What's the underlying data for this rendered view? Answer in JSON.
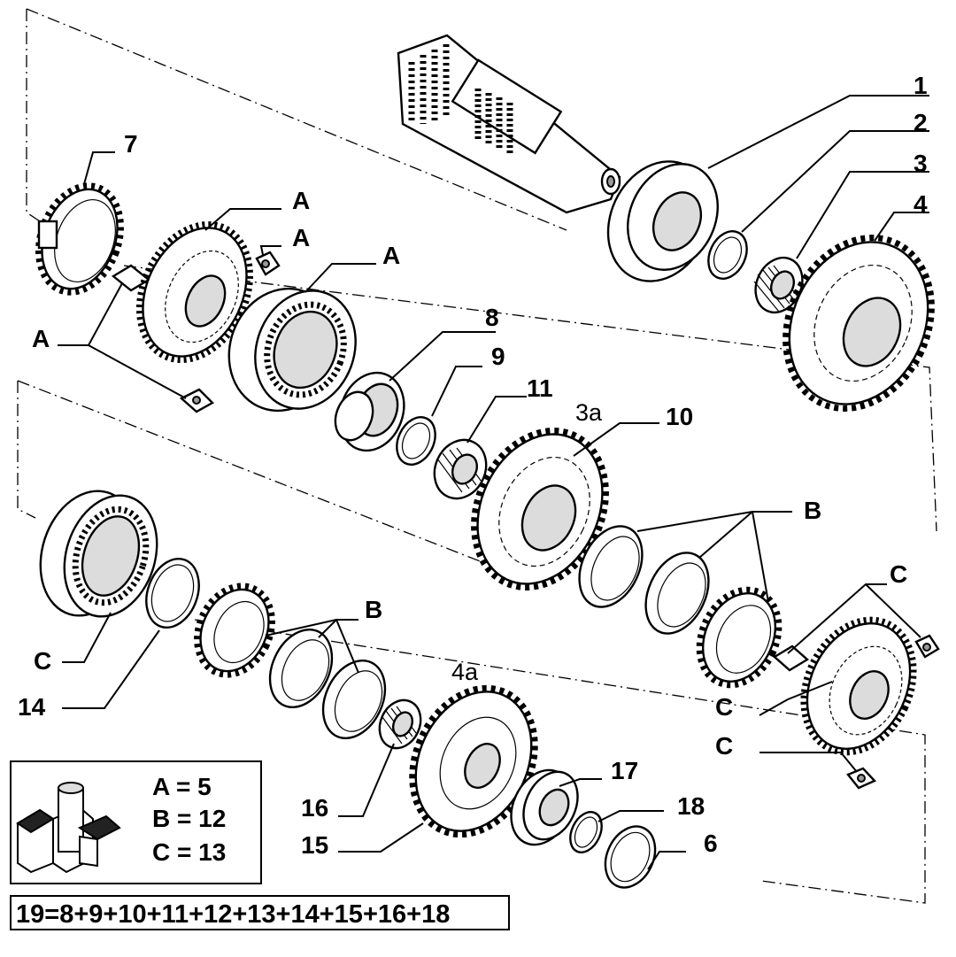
{
  "labels": {
    "p1": "1",
    "p2": "2",
    "p3": "3",
    "p4": "4",
    "p6": "6",
    "p7": "7",
    "p8": "8",
    "p9": "9",
    "p10": "10",
    "p11": "11",
    "p14": "14",
    "p15": "15",
    "p16": "16",
    "p17": "17",
    "p18": "18",
    "p3a": "3a",
    "p4a": "4a",
    "a1": "A",
    "a2": "A",
    "a3": "A",
    "a4": "A",
    "b1": "B",
    "b2": "B",
    "c1": "C",
    "c2": "C",
    "c3": "C",
    "c4": "C"
  },
  "legend": {
    "line_a": "A = 5",
    "line_b": "B = 12",
    "line_c": "C = 13",
    "kit_icon": "kit-parts-icon"
  },
  "formula": "19=8+9+10+11+12+13+14+15+16+18"
}
